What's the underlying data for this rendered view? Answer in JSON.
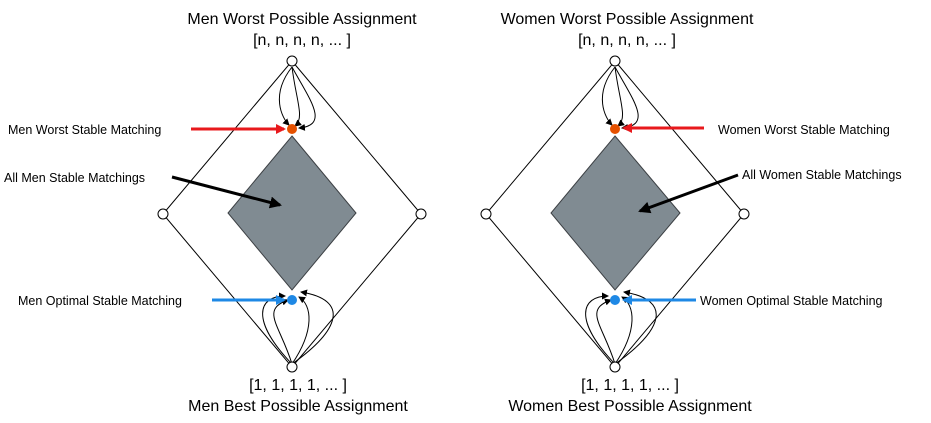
{
  "diagram": {
    "left": {
      "top_title": "Men Worst Possible Assignment",
      "top_vector": "[n, n, n, n, ... ]",
      "bottom_vector": "[1, 1, 1, 1, ... ]",
      "bottom_title": "Men Best Possible Assignment",
      "worst_stable_label": "Men Worst Stable Matching",
      "all_stable_label": "All Men Stable Matchings",
      "optimal_stable_label": "Men Optimal Stable Matching"
    },
    "right": {
      "top_title": "Women Worst Possible Assignment",
      "top_vector": "[n, n, n, n, ... ]",
      "bottom_vector": "[1, 1, 1, 1, ... ]",
      "bottom_title": "Women Best Possible Assignment",
      "worst_stable_label": "Women Worst Stable Matching",
      "all_stable_label": "All Women Stable Matchings",
      "optimal_stable_label": "Women Optimal Stable Matching"
    }
  },
  "colors": {
    "worst_arrow": "#e8191c",
    "optimal_arrow": "#1e88e5",
    "all_arrow": "#000000",
    "stable_region_fill": "#808b92",
    "worst_dot": "#e65100",
    "optimal_dot": "#1e88e5",
    "outline": "#000000"
  }
}
